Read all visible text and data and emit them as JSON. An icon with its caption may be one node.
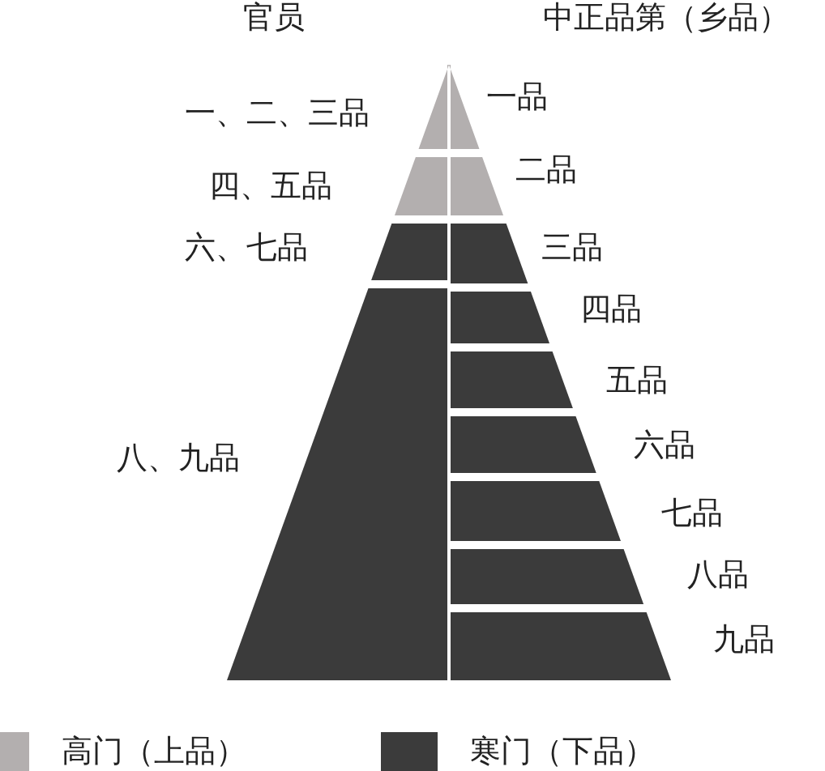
{
  "diagram": {
    "nodes": [
      {
        "text": [
          "一、二、三品"
        ]
      },
      {
        "text": [
          "四、五品"
        ]
      },
      {
        "text": [
          "六、七品"
        ]
      },
      {
        "text": [
          "八、九品"
        ]
      },
      {
        "text": [
          "一品"
        ]
      },
      {
        "text": [
          "二品"
        ]
      },
      {
        "text": [
          "三品"
        ]
      },
      {
        "text": [
          "四品"
        ]
      },
      {
        "text": [
          "五品"
        ]
      },
      {
        "text": [
          "六品"
        ]
      },
      {
        "text": [
          "七品"
        ]
      },
      {
        "text": [
          "八品"
        ]
      },
      {
        "text": [
          "九品"
        ]
      }
    ],
    "labels": [
      "官员",
      "中正品第（乡品）"
    ],
    "legend": [
      {
        "text": "高门（上品）",
        "color": "#b3afaf"
      },
      {
        "text": "寒门（下品）",
        "color": "#3b3b3b"
      }
    ]
  }
}
